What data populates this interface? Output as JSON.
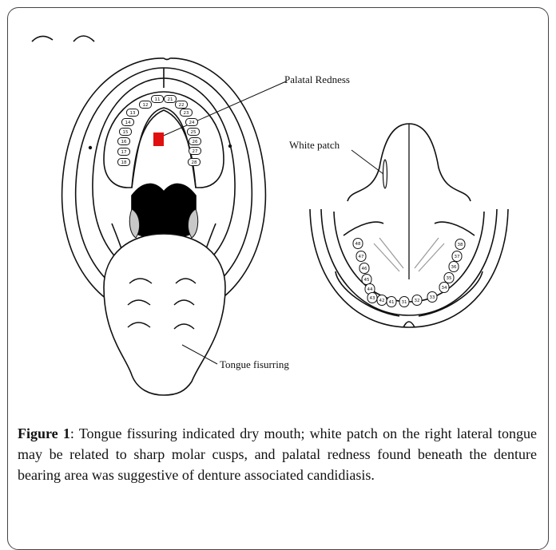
{
  "figure": {
    "labels": {
      "palatal": "Palatal Redness",
      "white_patch": "White patch",
      "tongue": "Tongue fisurring"
    },
    "upper_teeth": [
      "11",
      "21",
      "12",
      "22",
      "13",
      "23",
      "14",
      "24",
      "15",
      "25",
      "16",
      "26",
      "17",
      "27",
      "18",
      "28"
    ],
    "lower_teeth": [
      "48",
      "47",
      "46",
      "45",
      "44",
      "43",
      "42",
      "41",
      "31",
      "32",
      "33",
      "34",
      "35",
      "36",
      "37",
      "38"
    ],
    "colors": {
      "redness": "#e01010",
      "throat": "#000000",
      "tonsil": "#c8c8c8",
      "line": "#111111"
    }
  },
  "caption": {
    "label": "Figure 1",
    "text": ": Tongue fissuring indicated dry mouth; white patch on the right lateral tongue may be related to sharp molar cusps, and palatal redness found beneath the denture bearing area was suggestive of denture associated candidiasis."
  }
}
